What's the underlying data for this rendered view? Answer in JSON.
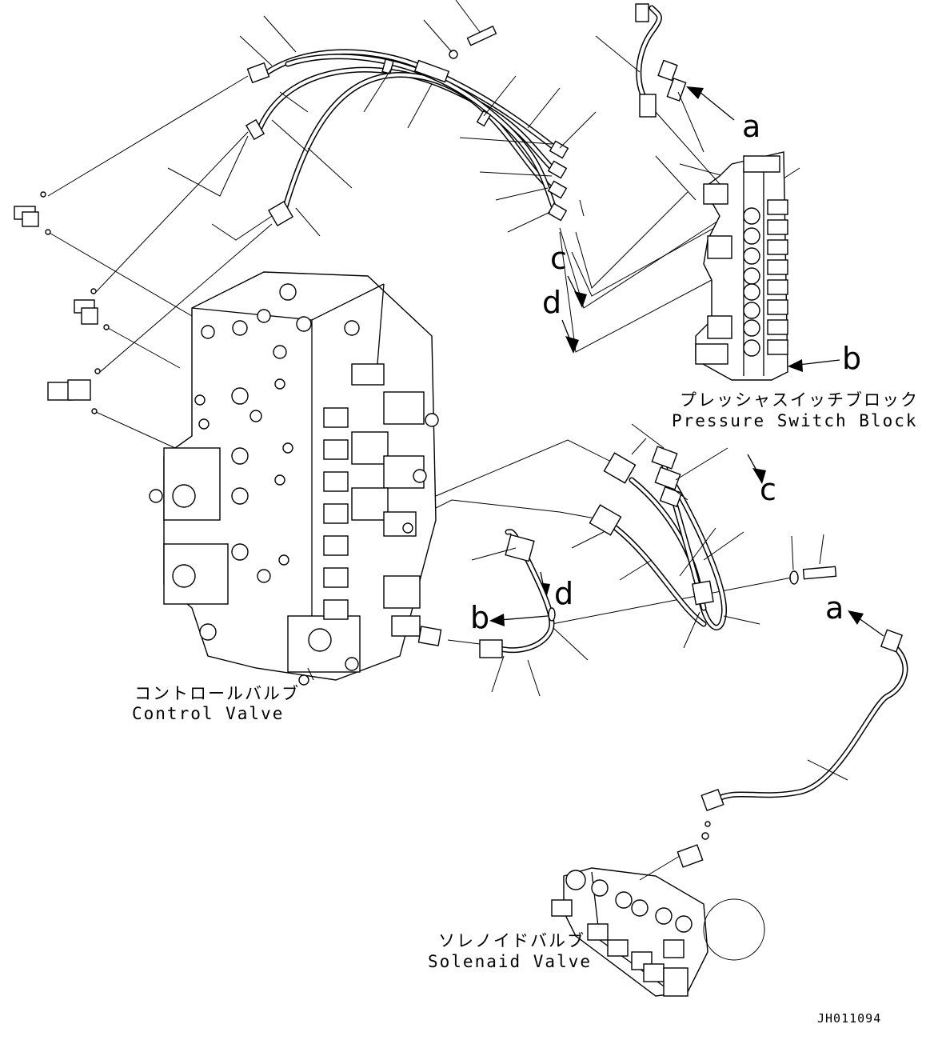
{
  "labels": {
    "pressure_switch_block_jp": "プレッシャスイッチブロック",
    "pressure_switch_block_en": "Pressure Switch Block",
    "control_valve_jp": "コントロールバルブ",
    "control_valve_en": "Control Valve",
    "solenoid_valve_jp": "ソレノイドバルブ",
    "solenoid_valve_en": "Solenaid Valve"
  },
  "connection_marks": {
    "a": "a",
    "b": "b",
    "c": "c",
    "d": "d"
  },
  "drawing_number": "JH011094"
}
